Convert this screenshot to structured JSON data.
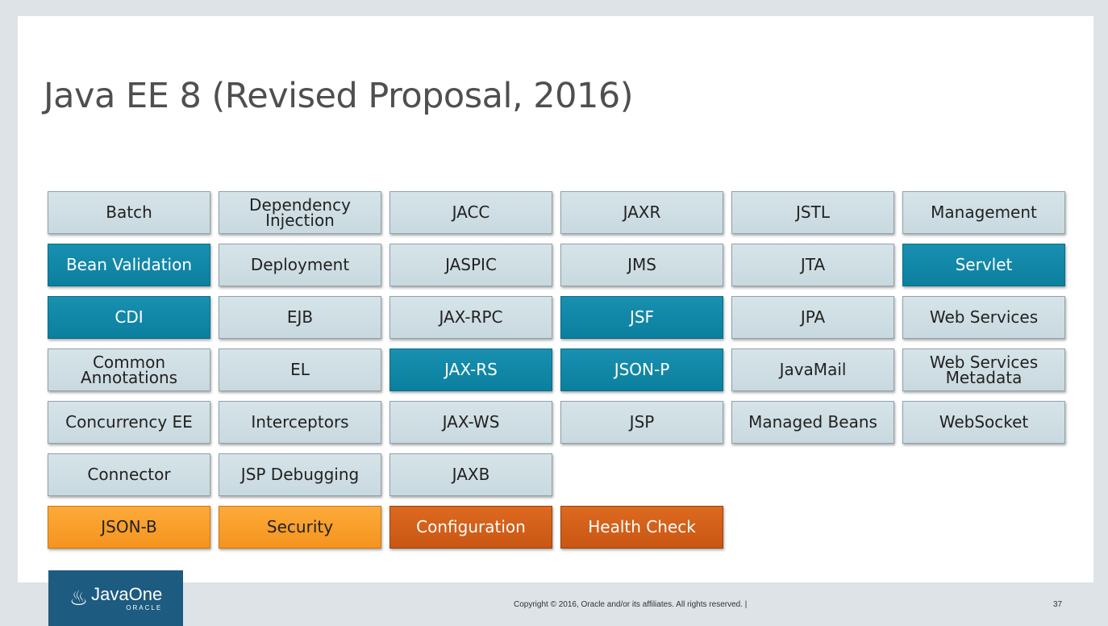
{
  "slide": {
    "title": "Java EE 8 (Revised Proposal, 2016)",
    "cells": [
      {
        "label": "Batch",
        "style": "std",
        "col": 1,
        "row": 1
      },
      {
        "label": "Dependency\nInjection",
        "style": "std",
        "col": 2,
        "row": 1
      },
      {
        "label": "JACC",
        "style": "std",
        "col": 3,
        "row": 1
      },
      {
        "label": "JAXR",
        "style": "std",
        "col": 4,
        "row": 1
      },
      {
        "label": "JSTL",
        "style": "std",
        "col": 5,
        "row": 1
      },
      {
        "label": "Management",
        "style": "std",
        "col": 6,
        "row": 1
      },
      {
        "label": "Bean Validation",
        "style": "hl",
        "col": 1,
        "row": 2
      },
      {
        "label": "Deployment",
        "style": "std",
        "col": 2,
        "row": 2
      },
      {
        "label": "JASPIC",
        "style": "std",
        "col": 3,
        "row": 2
      },
      {
        "label": "JMS",
        "style": "std",
        "col": 4,
        "row": 2
      },
      {
        "label": "JTA",
        "style": "std",
        "col": 5,
        "row": 2
      },
      {
        "label": "Servlet",
        "style": "hl",
        "col": 6,
        "row": 2
      },
      {
        "label": "CDI",
        "style": "hl",
        "col": 1,
        "row": 3
      },
      {
        "label": "EJB",
        "style": "std",
        "col": 2,
        "row": 3
      },
      {
        "label": "JAX-RPC",
        "style": "std",
        "col": 3,
        "row": 3
      },
      {
        "label": "JSF",
        "style": "hl",
        "col": 4,
        "row": 3
      },
      {
        "label": "JPA",
        "style": "std",
        "col": 5,
        "row": 3
      },
      {
        "label": "Web Services",
        "style": "std",
        "col": 6,
        "row": 3
      },
      {
        "label": "Common\nAnnotations",
        "style": "std",
        "col": 1,
        "row": 4
      },
      {
        "label": "EL",
        "style": "std",
        "col": 2,
        "row": 4
      },
      {
        "label": "JAX-RS",
        "style": "hl",
        "col": 3,
        "row": 4
      },
      {
        "label": "JSON-P",
        "style": "hl",
        "col": 4,
        "row": 4
      },
      {
        "label": "JavaMail",
        "style": "std",
        "col": 5,
        "row": 4
      },
      {
        "label": "Web Services\nMetadata",
        "style": "std",
        "col": 6,
        "row": 4
      },
      {
        "label": "Concurrency EE",
        "style": "std",
        "col": 1,
        "row": 5
      },
      {
        "label": "Interceptors",
        "style": "std",
        "col": 2,
        "row": 5
      },
      {
        "label": "JAX-WS",
        "style": "std",
        "col": 3,
        "row": 5
      },
      {
        "label": "JSP",
        "style": "std",
        "col": 4,
        "row": 5
      },
      {
        "label": "Managed Beans",
        "style": "std",
        "col": 5,
        "row": 5
      },
      {
        "label": "WebSocket",
        "style": "std",
        "col": 6,
        "row": 5
      },
      {
        "label": "Connector",
        "style": "std",
        "col": 1,
        "row": 6
      },
      {
        "label": "JSP Debugging",
        "style": "std",
        "col": 2,
        "row": 6
      },
      {
        "label": "JAXB",
        "style": "std",
        "col": 3,
        "row": 6
      },
      {
        "label": "JSON-B",
        "style": "new",
        "col": 1,
        "row": 7
      },
      {
        "label": "Security",
        "style": "new",
        "col": 2,
        "row": 7
      },
      {
        "label": "Configuration",
        "style": "new2",
        "col": 3,
        "row": 7
      },
      {
        "label": "Health Check",
        "style": "new2",
        "col": 4,
        "row": 7
      }
    ]
  },
  "logo": {
    "brand": "JavaOne",
    "sub": "ORACLE"
  },
  "footer": {
    "copyright": "Copyright © 2016, Oracle and/or its affiliates. All rights reserved.  |",
    "page_number": "37"
  },
  "colors": {
    "standard": "#cfdfe5",
    "highlight": "#1088a8",
    "new_orange": "#f89e2c",
    "new_dark_orange": "#d35f18"
  }
}
